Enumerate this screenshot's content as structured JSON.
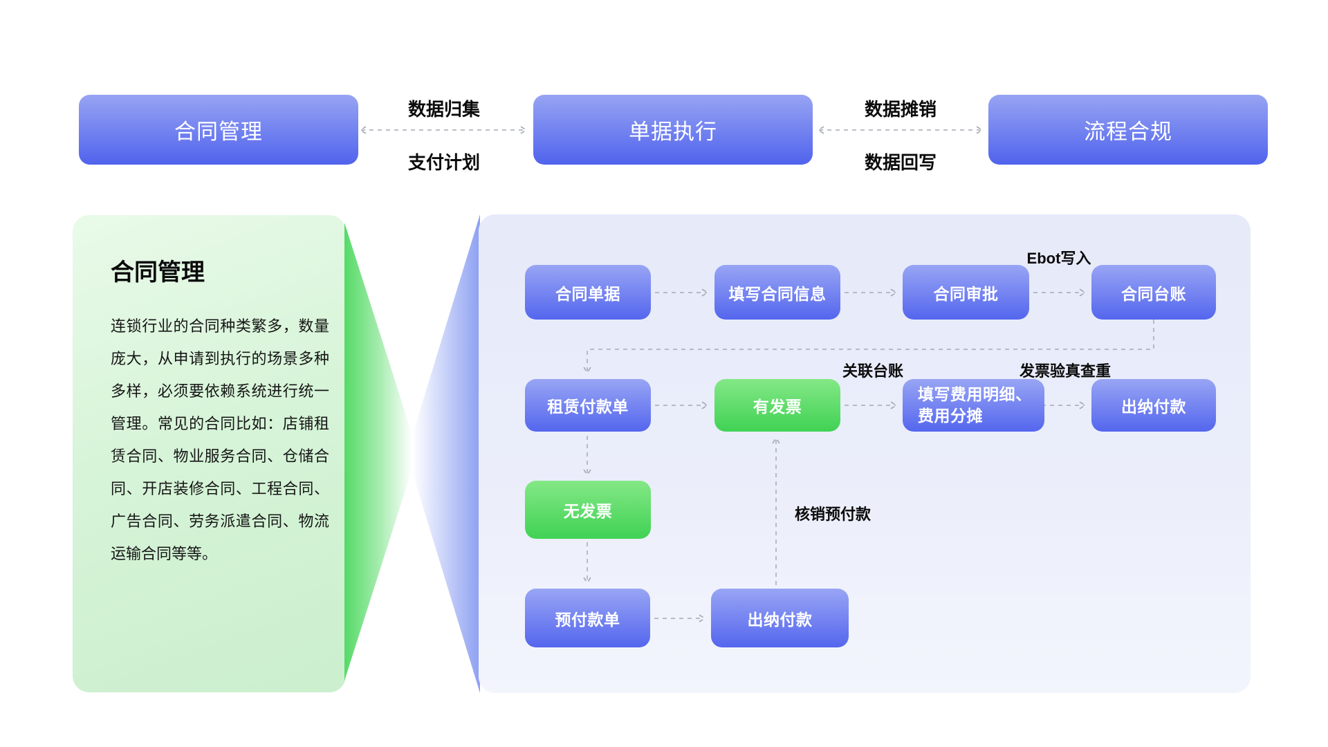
{
  "top_nav": {
    "buttons": [
      {
        "label": "合同管理"
      },
      {
        "label": "单据执行"
      },
      {
        "label": "流程合规"
      }
    ],
    "link_1_2": {
      "top": "数据归集",
      "bottom": "支付计划"
    },
    "link_2_3": {
      "top": "数据摊销",
      "bottom": "数据回写"
    }
  },
  "info_panel": {
    "title": "合同管理",
    "body": "连锁行业的合同种类繁多，数量庞大，从申请到执行的场景多种多样，必须要依赖系统进行统一管理。常见的合同比如：店铺租赁合同、物业服务合同、仓储合同、开店装修合同、工程合同、广告合同、劳务派遣合同、物流运输合同等等。"
  },
  "flow": {
    "r1c1": "合同单据",
    "r1c2": "填写合同信息",
    "r1c3": "合同审批",
    "r1c4": "合同台账",
    "r2c1": "租赁付款单",
    "r2c2": "有发票",
    "r2c3": "填写费用明细、\n费用分摊",
    "r2c4": "出纳付款",
    "r3c1": "无发票",
    "r4c1": "预付款单",
    "r4c2": "出纳付款",
    "labels": {
      "ebot": "Ebot写入",
      "link_ledger": "关联台账",
      "invoice_verify": "发票验真查重",
      "writeoff_prepay": "核销预付款"
    }
  },
  "colors": {
    "node_blue_top": "#98a5f4",
    "node_blue_bottom": "#5466ee",
    "node_green_top": "#84e886",
    "node_green_bottom": "#40d254",
    "panel_green": "#d7f4d8",
    "panel_blue": "#ebeefa",
    "connector_gray": "#a4a9b4"
  }
}
